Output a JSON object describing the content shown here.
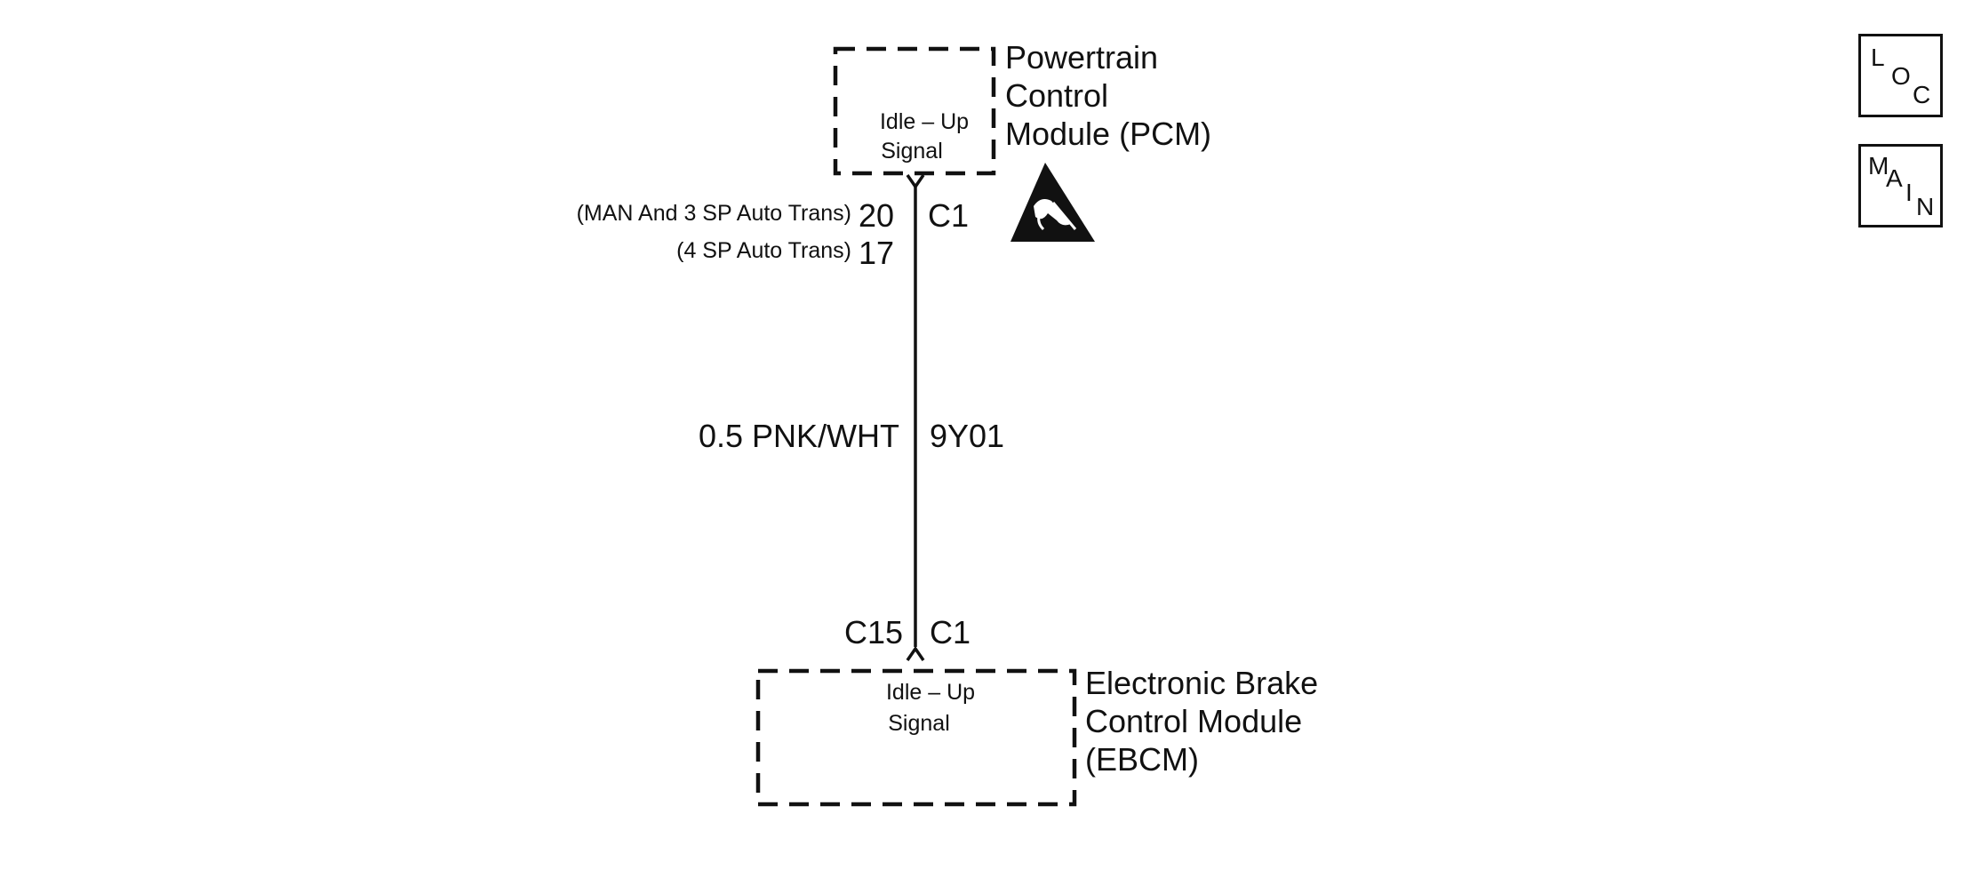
{
  "pcm": {
    "name_lines": [
      "Powertrain",
      "Control",
      "Module (PCM)"
    ],
    "signal_lines": [
      "Idle – Up",
      "Signal"
    ],
    "connector": "C1",
    "pin_notes": [
      {
        "condition": "(MAN And 3 SP Auto Trans)",
        "pin": "20"
      },
      {
        "condition": "(4 SP Auto Trans)",
        "pin": "17"
      }
    ]
  },
  "wire": {
    "gauge_color": "0.5 PNK/WHT",
    "circuit": "9Y01"
  },
  "ebcm": {
    "name_lines": [
      "Electronic Brake",
      "Control Module",
      "(EBCM)"
    ],
    "signal_lines": [
      "Idle – Up",
      "Signal"
    ],
    "pin": "C15",
    "connector": "C1"
  },
  "esd_symbol": "esd-sensitive-icon",
  "nav": {
    "loc": {
      "letters": [
        "L",
        "O",
        "C"
      ]
    },
    "main": {
      "letters": [
        "M",
        "A",
        "I",
        "N"
      ]
    }
  }
}
